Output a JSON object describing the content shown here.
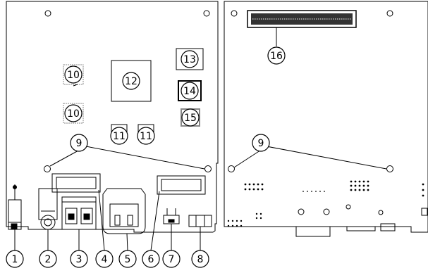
{
  "callouts": {
    "c1": "1",
    "c2": "2",
    "c3": "3",
    "c4": "4",
    "c5": "5",
    "c6": "6",
    "c7": "7",
    "c8": "8",
    "c9a": "9",
    "c9b": "9",
    "c10a": "10",
    "c10b": "10",
    "c11a": "11",
    "c11b": "11",
    "c12": "12",
    "c13": "13",
    "c14": "14",
    "c15": "15",
    "c16": "16"
  }
}
